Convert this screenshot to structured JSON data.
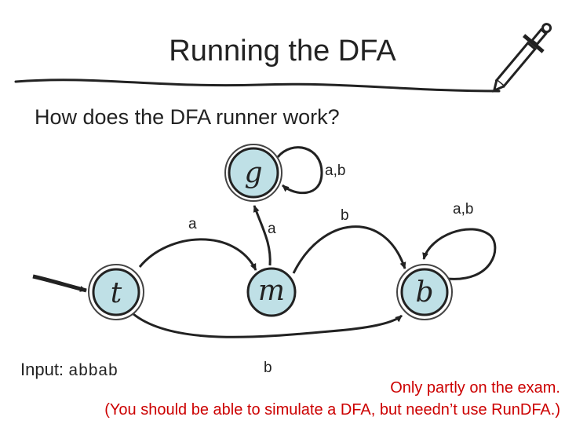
{
  "slide": {
    "title": "Running the DFA",
    "subtitle": "How does the DFA runner work?",
    "input_label": "Input:",
    "input_value": "abbab",
    "note_line1": "Only partly on the exam.",
    "note_line2": "(You should be able to simulate a DFA, but needn’t use RunDFA.)"
  },
  "diagram": {
    "states": [
      {
        "id": "g",
        "label": "g"
      },
      {
        "id": "t",
        "label": "t"
      },
      {
        "id": "m",
        "label": "m"
      },
      {
        "id": "b",
        "label": "b"
      }
    ],
    "edge_labels": {
      "g_loop": "a,b",
      "t_to_m": "a",
      "m_to_g": "a",
      "m_to_b": "b",
      "b_loop": "a,b",
      "t_to_b": "b"
    },
    "colors": {
      "state_fill": "#bfe0e6",
      "stroke": "#222222",
      "note": "#cc0000"
    }
  },
  "decorations": {
    "sword": "sword-icon"
  }
}
